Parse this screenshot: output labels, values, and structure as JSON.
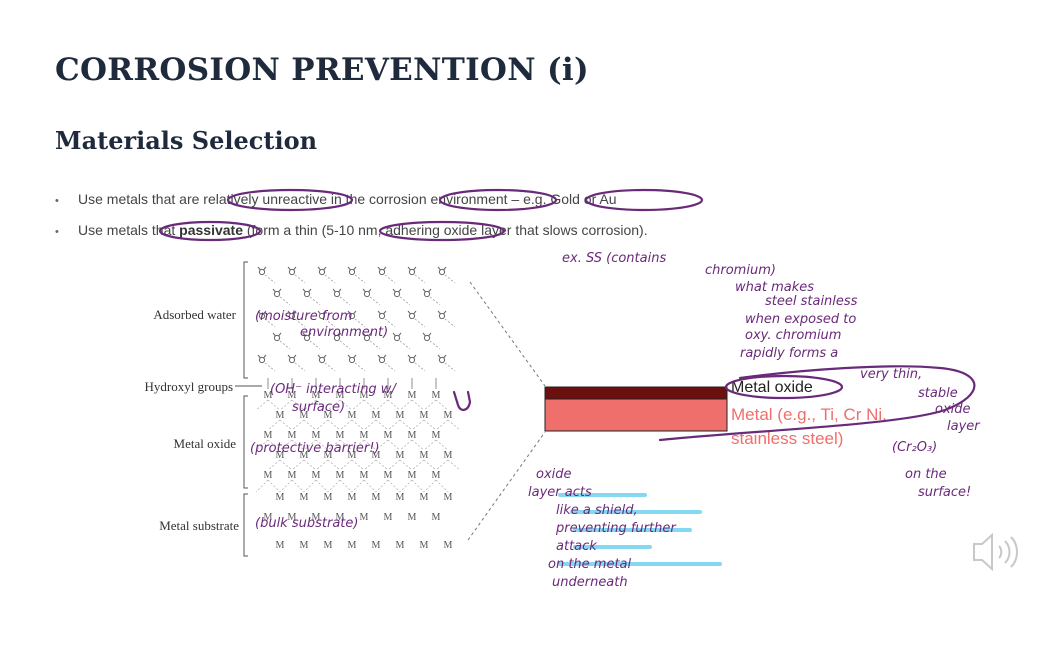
{
  "slide": {
    "title": "CORROSION PREVENTION (i)",
    "subtitle": "Materials Selection",
    "bullets": [
      {
        "text": "Use metals that are relatively unreactive in the corrosion environment – e.g. Gold or Au"
      },
      {
        "pre": "Use metals that ",
        "bold": "passivate",
        "post": " (form a thin (5-10 nm, adhering oxide layer that slows corrosion)."
      }
    ]
  },
  "figure": {
    "labels": {
      "adsorbed_water": "Adsorbed water",
      "hydroxyl_groups": "Hydroxyl groups",
      "metal_oxide": "Metal oxide",
      "metal_substrate": "Metal substrate"
    },
    "atom_symbol": "M"
  },
  "layer_diagram": {
    "oxide_label": "Metal oxide",
    "metal_label_line1": "Metal (e.g., Ti, Cr Ni,",
    "metal_label_line2": "stainless steel)",
    "colors": {
      "oxide": "#6b0f0f",
      "metal": "#ef6f6c"
    }
  },
  "annotations": {
    "moisture": [
      "(moisture from",
      "environment)"
    ],
    "oh": [
      "(OH⁻ interacting w/",
      "surface)"
    ],
    "barrier": "(protective barrier!)",
    "bulk": "(bulk substrate)",
    "ss_note": [
      "ex. SS (contains",
      "chromium)",
      "what makes",
      "steel stainless",
      "when exposed to",
      "oxy. chromium",
      "rapidly forms a",
      "very thin,",
      "stable",
      "oxide",
      "layer",
      "(Cr₂O₃)",
      "on the",
      "surface!"
    ],
    "oxide_note": [
      "oxide",
      "layer acts",
      "like a shield,",
      "preventing further",
      "attack",
      "on the metal",
      "underneath"
    ],
    "ink_color": "#6a2a7a",
    "highlight_color": "#6fd2ef"
  },
  "speaker_icon": "speaker-icon"
}
